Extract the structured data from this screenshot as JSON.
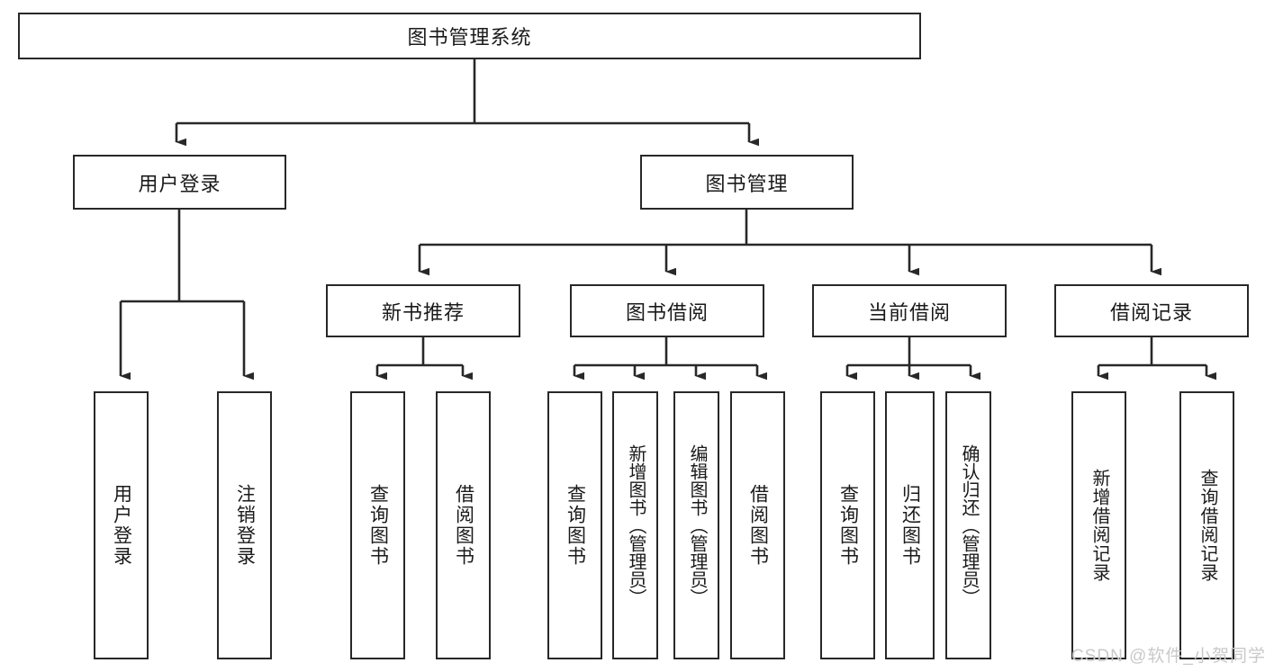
{
  "diagram": {
    "title": "图书管理系统",
    "type": "tree-hierarchy-diagram",
    "root": {
      "label": "图书管理系统"
    },
    "level2": [
      {
        "label": "用户登录"
      },
      {
        "label": "图书管理"
      }
    ],
    "level3": [
      {
        "label": "新书推荐"
      },
      {
        "label": "图书借阅"
      },
      {
        "label": "当前借阅"
      },
      {
        "label": "借阅记录"
      }
    ],
    "leaves": [
      {
        "label": "用户登录",
        "parent": "用户登录"
      },
      {
        "label": "注销登录",
        "parent": "用户登录"
      },
      {
        "label": "查询图书",
        "parent": "新书推荐"
      },
      {
        "label": "借阅图书",
        "parent": "新书推荐"
      },
      {
        "label": "查询图书",
        "parent": "图书借阅"
      },
      {
        "label": "新增图书（管理员）",
        "parent": "图书借阅"
      },
      {
        "label": "编辑图书（管理员）",
        "parent": "图书借阅"
      },
      {
        "label": "借阅图书",
        "parent": "图书借阅"
      },
      {
        "label": "查询图书",
        "parent": "当前借阅"
      },
      {
        "label": "归还图书",
        "parent": "当前借阅"
      },
      {
        "label": "确认归还（管理员）",
        "parent": "当前借阅"
      },
      {
        "label": "新增借阅记录",
        "parent": "借阅记录"
      },
      {
        "label": "查询借阅记录",
        "parent": "借阅记录"
      }
    ],
    "watermark": "CSDN @软件_小贺同学",
    "colors": {
      "stroke": "#282828",
      "fill": "#ffffff",
      "text": "#1a1a1a",
      "watermark": "#c9c9c9"
    }
  }
}
